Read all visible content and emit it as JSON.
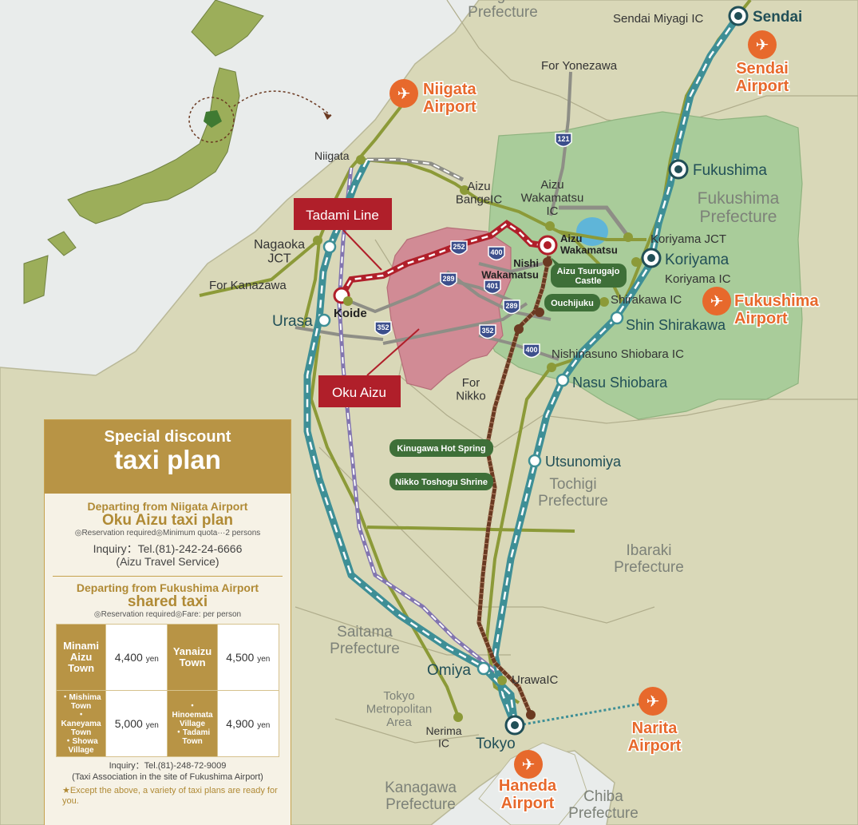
{
  "prefectures": {
    "niigata": "Niigata\nPrefecture",
    "fukushima": "Fukushima\nPrefecture",
    "tochigi": "Tochigi\nPrefecture",
    "ibaraki": "Ibaraki\nPrefecture",
    "saitama": "Saitama\nPrefecture",
    "kanagawa": "Kanagawa\nPrefecture",
    "chiba": "Chiba\nPrefecture",
    "tokyo_area": "Tokyo\nMetropolitan\nArea"
  },
  "stations": {
    "sendai": "Sendai",
    "fukushima": "Fukushima",
    "koriyama": "Koriyama",
    "shin_shirakawa": "Shin Shirakawa",
    "nasu_shiobara": "Nasu Shiobara",
    "utsunomiya": "Utsunomiya",
    "omiya": "Omiya",
    "tokyo": "Tokyo",
    "urasa": "Urasa",
    "koide": "Koide",
    "aizu_wakamatsu": "Aizu\nWakamatsu",
    "nishi_wakamatsu": "Nishi\nWakamatsu"
  },
  "places": {
    "niigata": "Niigata",
    "nagaoka_jct": "Nagaoka\nJCT",
    "for_kanazawa": "For Kanazawa",
    "for_yonezawa": "For Yonezawa",
    "for_nikko": "For\nNikko",
    "aizu_bange_ic": "Aizu\nBangeIC",
    "aizu_wakamatsu_ic": "Aizu\nWakamatsu\nIC",
    "koriyama_jct": "Koriyama JCT",
    "koriyama_ic": "Koriyama IC",
    "shirakawa_ic": "Shirakawa IC",
    "nishinasuno_ic": "Nishinasuno Shiobara IC",
    "sendai_miyagi_ic": "Sendai Miyagi IC",
    "urawa_ic": "UrawaIC",
    "nerima_ic": "Nerima\nIC"
  },
  "airports": {
    "niigata": "Niigata\nAirport",
    "sendai": "Sendai\nAirport",
    "fukushima": "Fukushima\nAirport",
    "narita": "Narita\nAirport",
    "haneda": "Haneda\nAirport"
  },
  "tags": {
    "tadami_line": "Tadami Line",
    "oku_aizu": "Oku Aizu"
  },
  "sights": {
    "tsurugajo": "Aizu Tsurugajo\nCastle",
    "ouchijuku": "Ouchijuku",
    "kinugawa": "Kinugawa Hot Spring",
    "nikko": "Nikko Toshogu Shrine"
  },
  "routes": [
    "121",
    "252",
    "400",
    "289",
    "401",
    "289",
    "352",
    "352",
    "400"
  ],
  "panel": {
    "title_small": "Special discount",
    "title_large": "taxi plan",
    "sec1_title": "Departing from Niigata Airport",
    "sec1_sub": "Oku Aizu taxi plan",
    "sec1_note": "◎Reservation required◎Minimum quota···2 persons",
    "sec1_inquiry": "Inquiry：Tel.(81)-242-24-6666",
    "sec1_inquiry2": "(Aizu Travel Service)",
    "sec2_title": "Departing from Fukushima Airport",
    "sec2_sub": "shared taxi",
    "sec2_note": "◎Reservation required◎Fare: per person",
    "fares": [
      {
        "name": "Minami\nAizu\nTown",
        "price": "4,400",
        "unit": "yen",
        "name2": "Yanaizu\nTown",
        "price2": "4,500",
        "unit2": "yen"
      },
      {
        "name": "・Mishima\nTown\n・Kaneyama\nTown\n・Showa\nVillage",
        "price": "5,000",
        "unit": "yen",
        "name2": "・Hinoemata\nVillage\n・Tadami\nTown",
        "price2": "4,900",
        "unit2": "yen"
      }
    ],
    "footer_inquiry": "Inquiry：Tel.(81)-248-72-9009",
    "footer_note": "(Taxi Association in the site of Fukushima Airport)",
    "star_note": "★Except the above, a variety of taxi plans are ready for you."
  },
  "colors": {
    "shinkansen": "#3e8f96",
    "tadami": "#b01f2a",
    "highway": "#8c9a38",
    "fukushima_land": "#a9cc9a",
    "oku_aizu_land": "#d18b95",
    "panel_gold": "#b89445",
    "sea": "#e9eceb",
    "land": "#d9d8b8"
  }
}
